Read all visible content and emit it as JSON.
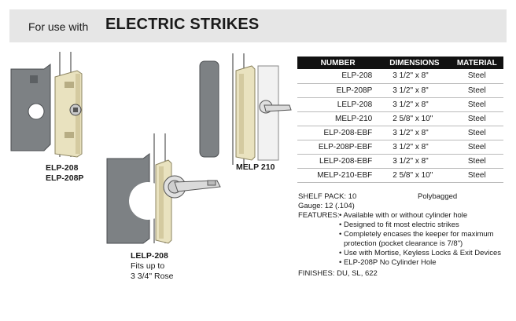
{
  "header": {
    "prefix": "For use with",
    "title": "ELECTRIC STRIKES"
  },
  "captions": {
    "elp": [
      "ELP-208",
      "ELP-208P"
    ],
    "melp": "MELP 210",
    "lelp": {
      "title": "LELP-208",
      "lines": [
        "Fits up to",
        "3 3/4\" Rose"
      ]
    }
  },
  "table": {
    "headers": [
      "NUMBER",
      "DIMENSIONS",
      "MATERIAL"
    ],
    "rows": [
      [
        "ELP-208",
        "3 1/2\" x 8\"",
        "Steel"
      ],
      [
        "ELP-208P",
        "3 1/2\" x 8\"",
        "Steel"
      ],
      [
        "LELP-208",
        "3 1/2\" x 8\"",
        "Steel"
      ],
      [
        "MELP-210",
        "2 5/8\" x 10\"",
        "Steel"
      ],
      [
        "ELP-208-EBF",
        "3 1/2\" x 8\"",
        "Steel"
      ],
      [
        "ELP-208P-EBF",
        "3 1/2\" x 8\"",
        "Steel"
      ],
      [
        "LELP-208-EBF",
        "3 1/2\" x 8\"",
        "Steel"
      ],
      [
        "MELP-210-EBF",
        "2 5/8\" x 10\"",
        "Steel"
      ]
    ]
  },
  "details": {
    "shelf_pack": "SHELF PACK: 10",
    "packaging": "Polybagged",
    "gauge": "Gauge: 12 (.104)",
    "features_label": "FEATURES:",
    "features": [
      "• Available with or without cylinder hole",
      "• Designed to fit most electric strikes",
      "• Completely encases the keeper for maximum",
      "protection (pocket clearance is 7/8\")",
      "• Use with Mortise, Keyless Locks & Exit Devices",
      "• ELP-208P No Cylinder Hole"
    ],
    "finishes": "FINISHES:  DU, SL, 622"
  },
  "colors": {
    "plate_gray": "#7d8184",
    "plate_cream": "#e9e2bf",
    "header_bg": "#e6e6e6",
    "table_head": "#111111"
  }
}
